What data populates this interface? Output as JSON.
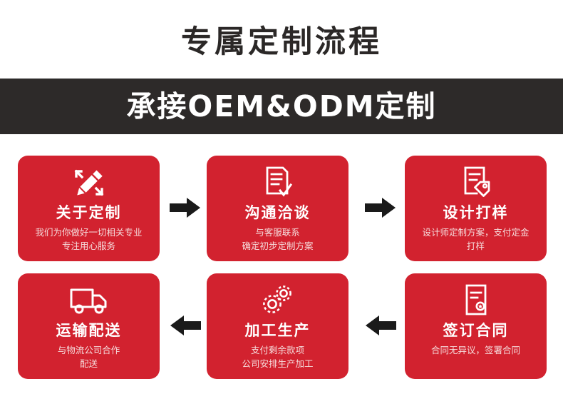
{
  "header": {
    "title": "专属定制流程"
  },
  "banner": {
    "text": "承接OEM&ODM定制",
    "bg_color": "#2d2a29",
    "text_color": "#ffffff"
  },
  "theme": {
    "card_red": "#d2222f",
    "dark": "#2d2a29",
    "arrow_color": "#1a1a1a",
    "subtitle_color": "#f6dcdc"
  },
  "flow": {
    "rows": [
      {
        "direction": "right",
        "arrow_icon": "arrow-right-icon",
        "cards": [
          {
            "icon": "pencil-brackets-icon",
            "title": "关于定制",
            "sub_lines": [
              "我们为你做好一切相关专业",
              "专注用心服务"
            ]
          },
          {
            "icon": "document-check-icon",
            "title": "沟通洽谈",
            "sub_lines": [
              "与客服联系",
              "确定初步定制方案"
            ]
          },
          {
            "icon": "document-tag-icon",
            "title": "设计打样",
            "sub_lines": [
              "设计师定制方案，支付定金",
              "打样"
            ]
          }
        ],
        "arrows": [
          "arrow-right-icon",
          "arrow-right-icon"
        ]
      },
      {
        "direction": "left",
        "arrow_icon": "arrow-left-icon",
        "cards": [
          {
            "icon": "truck-icon",
            "title": "运输配送",
            "sub_lines": [
              "与物流公司合作",
              "配送"
            ]
          },
          {
            "icon": "gears-icon",
            "title": "加工生产",
            "sub_lines": [
              "支付剩余款项",
              "公司安排生产加工"
            ]
          },
          {
            "icon": "contract-seal-icon",
            "title": "签订合同",
            "sub_lines": [
              "合同无异议，签署合同"
            ]
          }
        ],
        "arrows": [
          "arrow-left-icon",
          "arrow-left-icon"
        ]
      }
    ]
  }
}
